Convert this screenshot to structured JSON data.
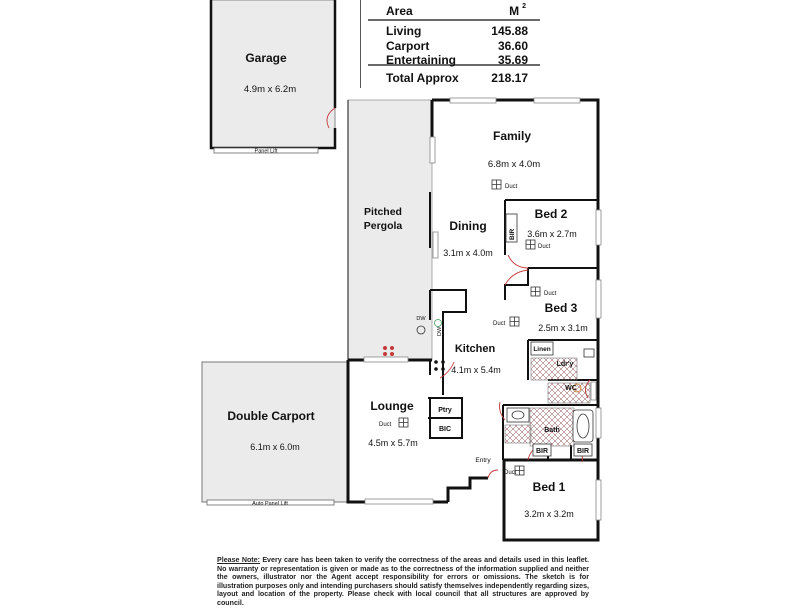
{
  "area_table": {
    "header_label": "Area",
    "unit": "M",
    "unit_sup": "2",
    "rows": [
      {
        "label": "Living",
        "value": "145.88"
      },
      {
        "label": "Carport",
        "value": "36.60"
      },
      {
        "label": "Entertaining",
        "value": "35.69"
      }
    ],
    "total_label": "Total Approx",
    "total_value": "218.17"
  },
  "rooms": {
    "garage": {
      "name": "Garage",
      "dims": "4.9m x 6.2m"
    },
    "garage_door": "Panel Lift",
    "family": {
      "name": "Family",
      "dims": "6.8m x 4.0m"
    },
    "pergola": {
      "line1": "Pitched",
      "line2": "Pergola"
    },
    "dining": {
      "name": "Dining",
      "dims": "3.1m x 4.0m"
    },
    "bed2": {
      "name": "Bed 2",
      "dims": "3.6m x 2.7m"
    },
    "bed3": {
      "name": "Bed 3",
      "dims": "2.5m x 3.1m"
    },
    "kitchen": {
      "name": "Kitchen",
      "dims": "4.1m x 5.4m"
    },
    "lounge": {
      "name": "Lounge",
      "dims": "4.5m x 5.7m"
    },
    "double_carport": {
      "name": "Double Carport",
      "dims": "6.1m x 6.0m"
    },
    "carport_door": "Auto Panel Lift",
    "bed1": {
      "name": "Bed 1",
      "dims": "3.2m x 3.2m"
    },
    "entry": "Entry",
    "linen": "Linen",
    "laundry": "Ldr'y",
    "wc": "WC",
    "bath": "Bath",
    "ptry": "Ptry",
    "bic": "BIC",
    "bir": "BIR",
    "dw": "DW",
    "duct": "Duct"
  },
  "note": {
    "heading": "Please Note:",
    "text": " Every care has been taken to verify the correctness of the areas and details used in this leaflet. No warranty or representation is given or made as to the correctness of the information supplied and neither the owners, illustrator nor the Agent accept responsibility for errors or omissions. The sketch is for illustration purposes only and intending purchasers should satisfy themselves independently regarding sizes, layout and location of the property. Please check with local council that all structures are approved by council."
  },
  "colors": {
    "wall": "#111111",
    "floor_fill": "#ffffff",
    "grey_fill": "#ebebeb",
    "window": "#9a9a9a",
    "door_swing": "#c43a3a"
  }
}
